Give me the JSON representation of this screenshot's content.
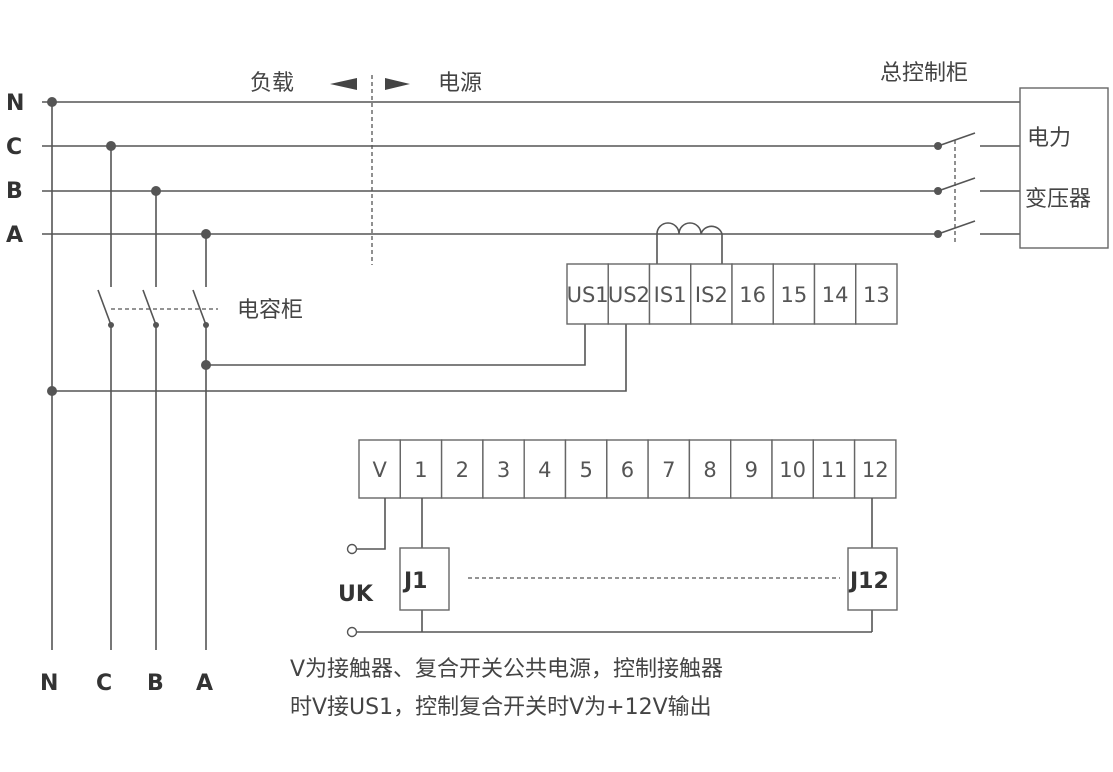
{
  "labels": {
    "load": "负载",
    "source": "电源",
    "main_cabinet": "总控制柜",
    "transformer_1": "电力",
    "transformer_2": "变压器",
    "capacitor_cabinet": "电容柜",
    "uk": "UK",
    "j1": "J1",
    "j12": "J12"
  },
  "phases_left": [
    "N",
    "C",
    "B",
    "A"
  ],
  "phases_bottom": [
    "N",
    "C",
    "B",
    "A"
  ],
  "top_terminals": [
    "US1",
    "US2",
    "IS1",
    "IS2",
    "16",
    "15",
    "14",
    "13"
  ],
  "bottom_terminals": [
    "V",
    "1",
    "2",
    "3",
    "4",
    "5",
    "6",
    "7",
    "8",
    "9",
    "10",
    "11",
    "12"
  ],
  "notes": [
    "V为接触器、复合开关公共电源，控制接触器",
    "时V接US1，控制复合开关时V为+12V输出"
  ]
}
